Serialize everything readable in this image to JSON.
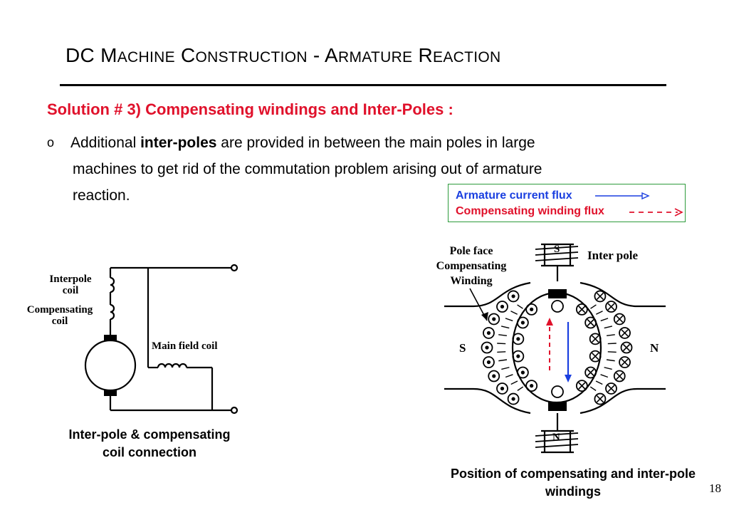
{
  "header": {
    "title_parts": [
      {
        "t": "DC M",
        "sc": false
      },
      {
        "t": "ACHINE",
        "sc": true
      },
      {
        "t": " C",
        "sc": false
      },
      {
        "t": "ONSTRUCTION",
        "sc": true
      },
      {
        "t": " - A",
        "sc": false
      },
      {
        "t": "RMATURE",
        "sc": true
      },
      {
        "t": " R",
        "sc": false
      },
      {
        "t": "EACTION",
        "sc": true
      }
    ]
  },
  "solution_heading": "Solution # 3) Compensating windings and Inter-Poles :",
  "bullet": {
    "marker": "o",
    "line1_pre": "Additional ",
    "line1_bold": "inter-poles",
    "line1_post": " are provided in between the main poles in large",
    "line2": "machines to get rid of the commutation problem arising out of armature",
    "line3": "reaction."
  },
  "legend": {
    "armature_label": "Armature current flux",
    "compensating_label": "Compensating winding flux",
    "armature_color": "#1a3fe0",
    "compensating_color": "#e0112b",
    "border_color": "#2e9b3c"
  },
  "left_figure": {
    "interpole_label_1": "Interpole",
    "interpole_label_2": "coil",
    "compensating_label_1": "Compensating",
    "compensating_label_2": "coil",
    "main_field_label": "Main field coil",
    "caption_1": "Inter-pole & compensating",
    "caption_2": "coil connection"
  },
  "right_figure": {
    "pole_face_1": "Pole face",
    "pole_face_2": "Compensating",
    "pole_face_3": "Winding",
    "inter_pole_label": "Inter pole",
    "top_pole_letter": "S",
    "bottom_pole_letter": "N",
    "left_pole_letter": "S",
    "right_pole_letter": "N",
    "caption_1": "Position of compensating and inter-pole",
    "caption_2": "windings"
  },
  "page_number": "18"
}
